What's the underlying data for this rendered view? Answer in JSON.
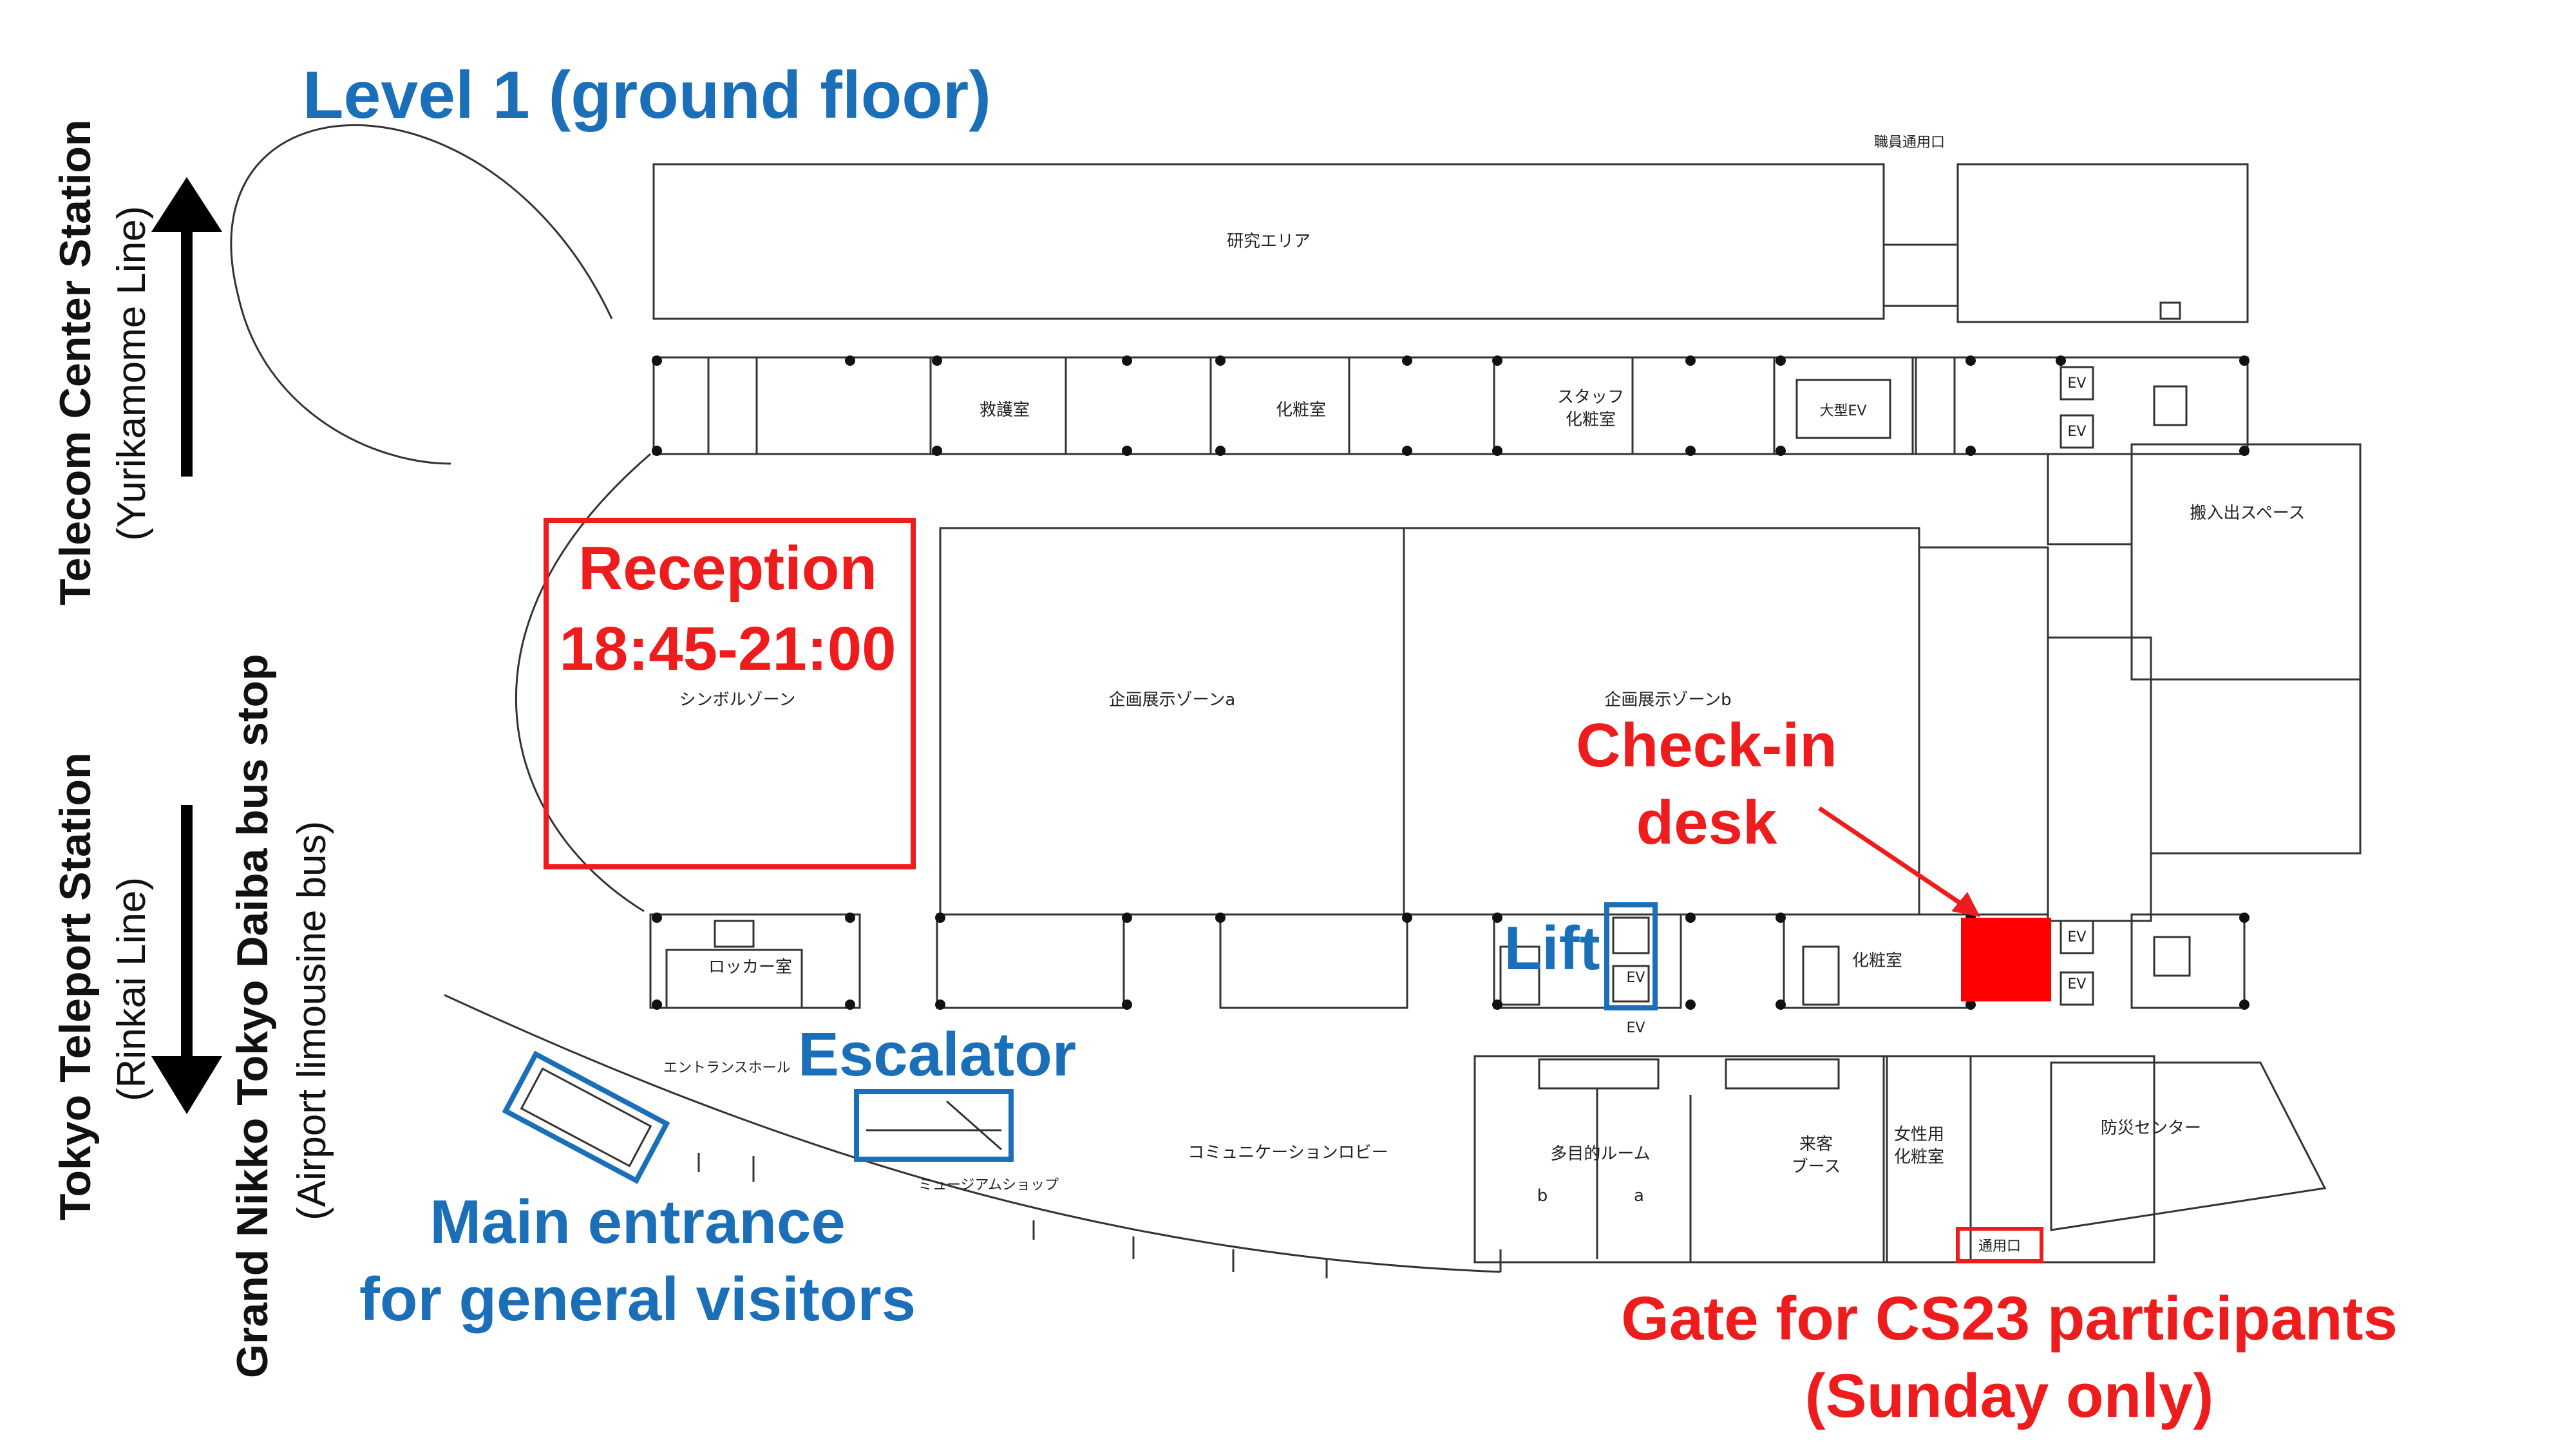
{
  "title": "Level 1 (ground floor)",
  "directions": {
    "north_station": "Telecom Center Station",
    "north_line": "(Yurikamome Line)",
    "south_station": "Tokyo Teleport Station",
    "south_line": "(Rinkai Line)",
    "bus_stop": "Grand Nikko Tokyo Daiba bus stop",
    "bus_note": "(Airport limousine bus)"
  },
  "rooms": {
    "staff_entrance": "職員通用口",
    "research_area": "研究エリア",
    "first_aid": "救護室",
    "restroom_1": "化粧室",
    "staff_restroom_l1": "スタッフ",
    "staff_restroom_l2": "化粧室",
    "large_ev": "大型EV",
    "ev": "EV",
    "loading_space": "搬入出スペース",
    "symbol_zone": "シンボルゾーン",
    "exhibit_a": "企画展示ゾーンa",
    "exhibit_b": "企画展示ゾーンb",
    "locker_room": "ロッカー室",
    "restroom_2": "化粧室",
    "entrance_hall": "エントランスホール",
    "museum_shop": "ミュージアムショップ",
    "communication_lobby": "コミュニケーションロビー",
    "multipurpose_room": "多目的ルーム",
    "mp_b": "b",
    "mp_a": "a",
    "visitor_booth_l1": "来客",
    "visitor_booth_l2": "ブース",
    "womens_restroom_l1": "女性用",
    "womens_restroom_l2": "化粧室",
    "disaster_center": "防災センター",
    "service_gate": "通用口"
  },
  "annotations": {
    "reception_l1": "Reception",
    "reception_l2": "18:45-21:00",
    "checkin_l1": "Check-in",
    "checkin_l2": "desk",
    "lift": "Lift",
    "escalator": "Escalator",
    "main_entrance_l1": "Main entrance",
    "main_entrance_l2": "for general visitors",
    "gate_l1": "Gate for CS23 participants",
    "gate_l2": "(Sunday only)"
  },
  "colors": {
    "blue": "#1b6fb8",
    "red": "#ee1c1c",
    "line": "#333333"
  }
}
